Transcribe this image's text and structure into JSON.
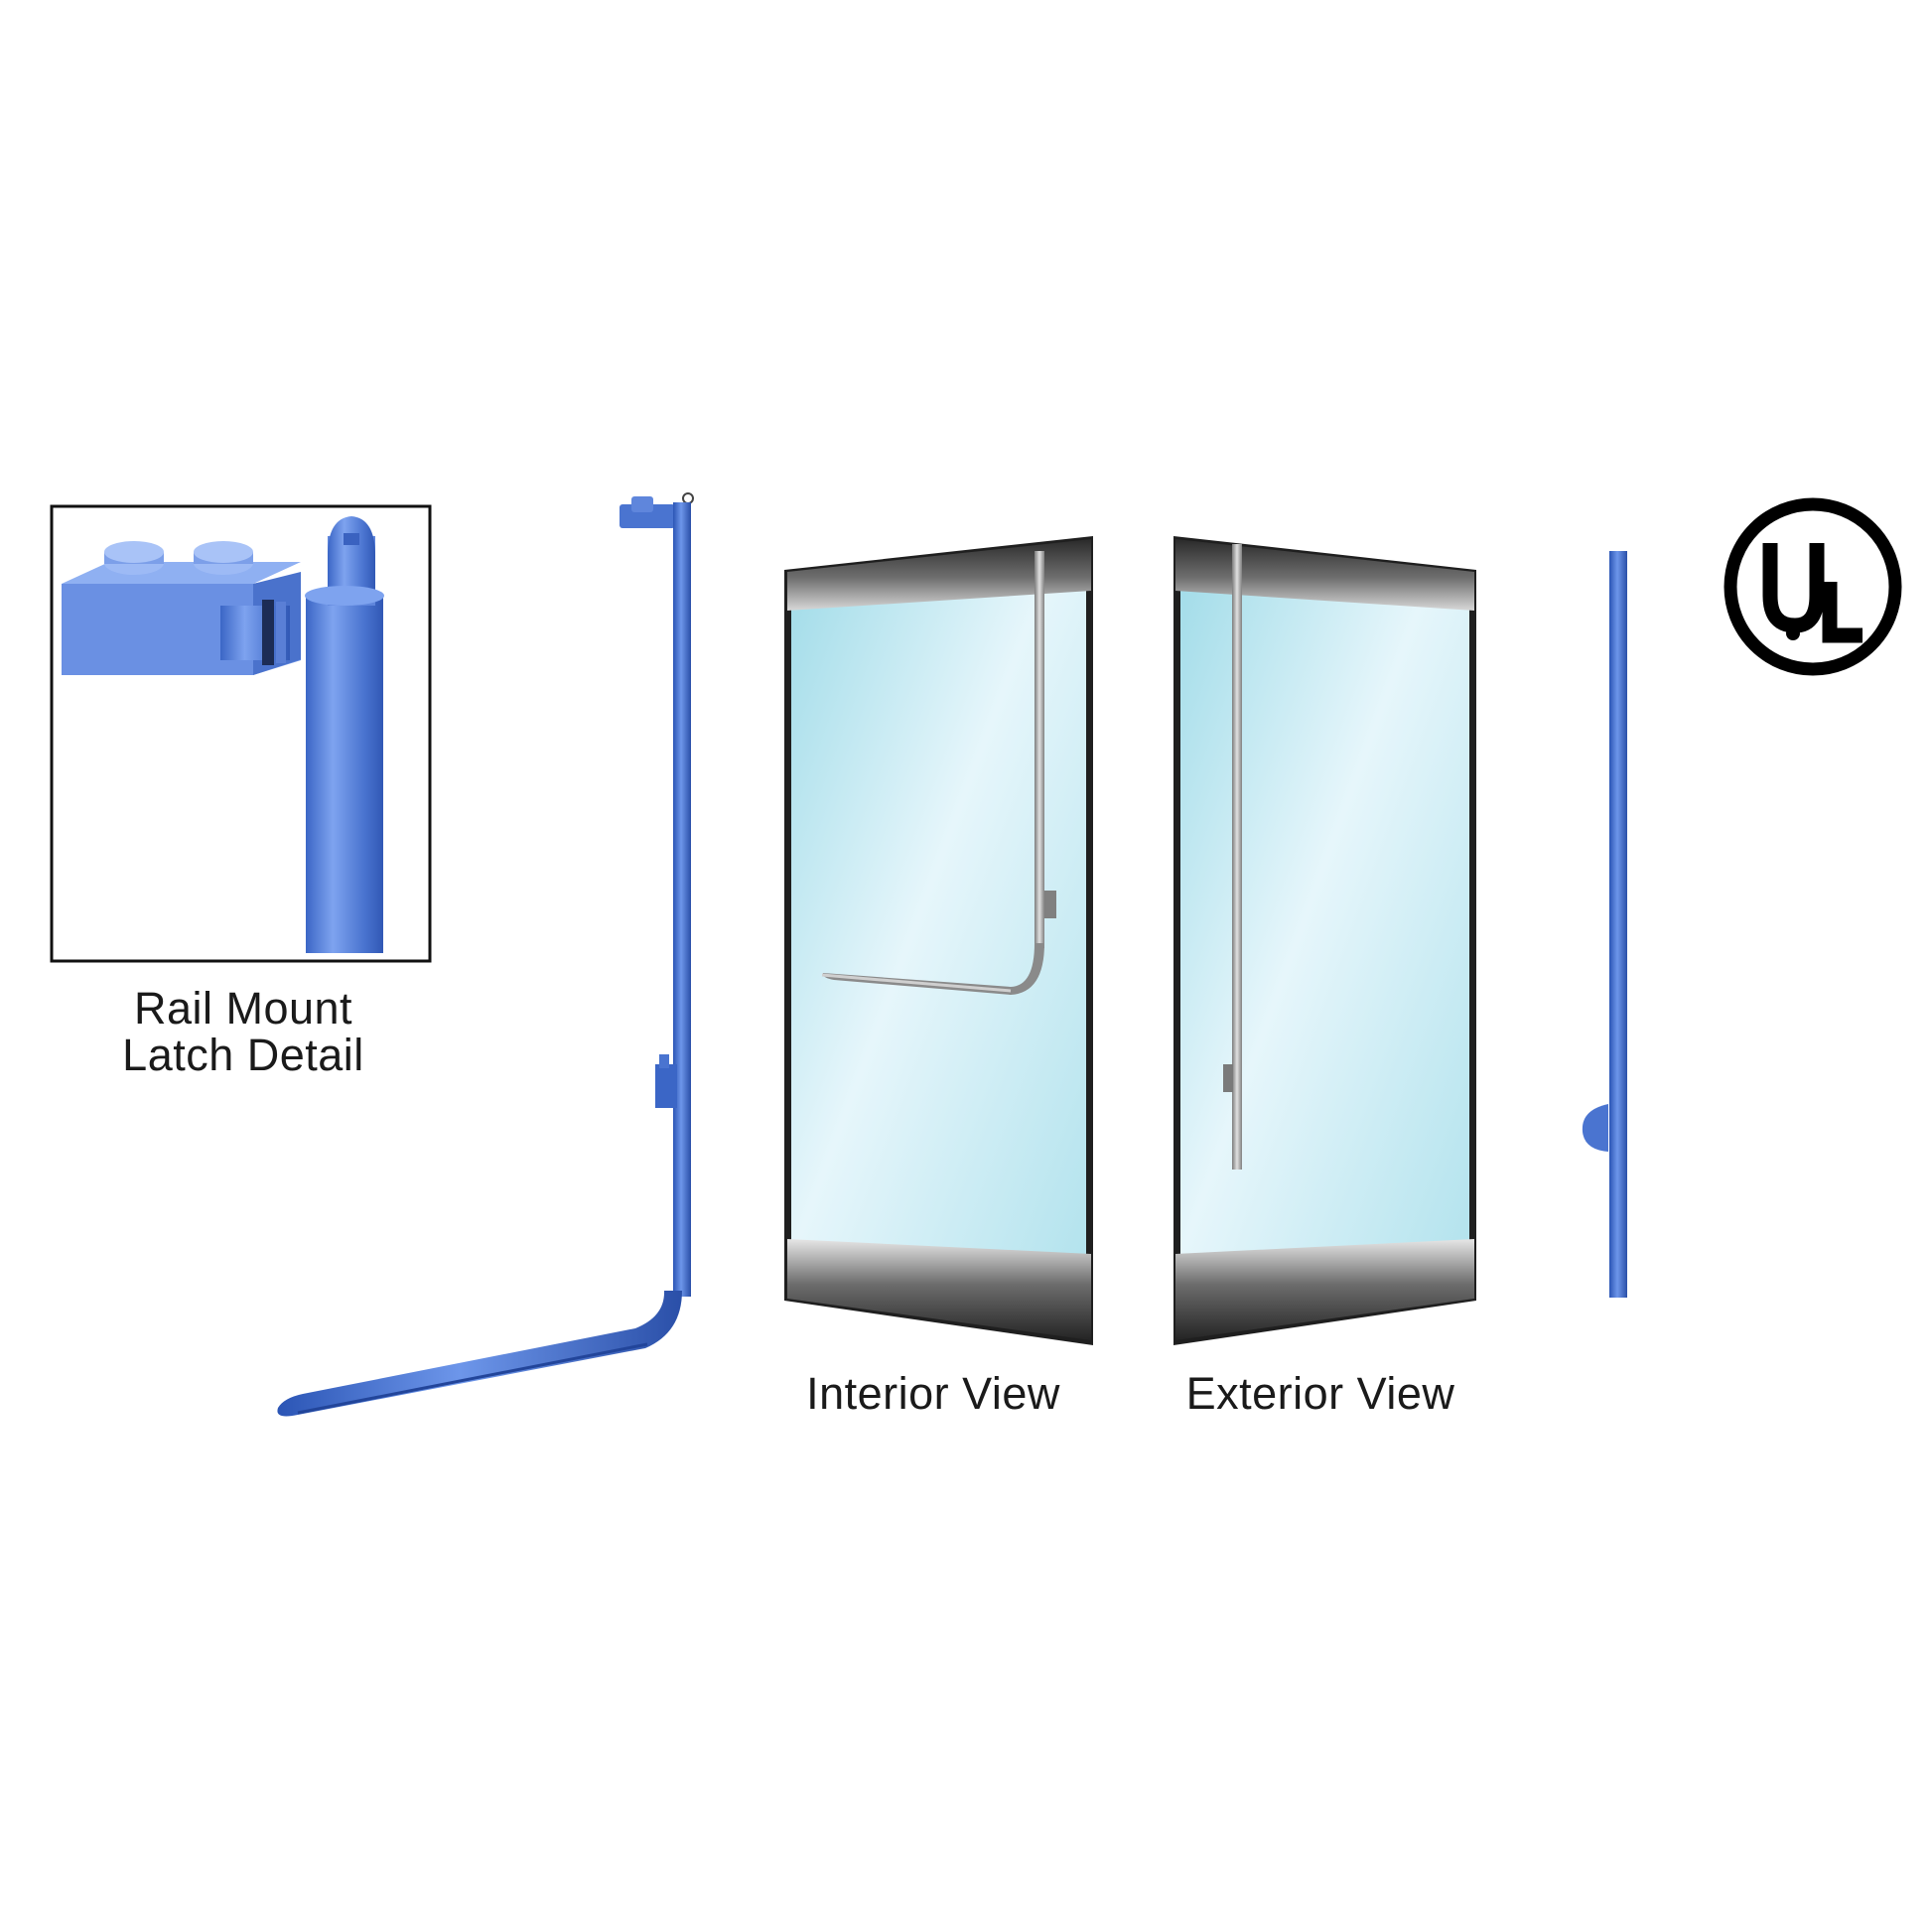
{
  "captions": {
    "detail_line1": "Rail Mount",
    "detail_line2": "Latch Detail",
    "interior": "Interior View",
    "exterior": "Exterior View"
  },
  "logo": {
    "text": "UL",
    "icon": "ul-certification-icon"
  },
  "colors": {
    "hardware_blue": "#3f6fd1",
    "hardware_blue_dark": "#2a50a8",
    "glass_light": "#e9f8fb",
    "glass_tint": "#aee2ee",
    "rail_dark": "#333333",
    "handle_silver": "#9a9a9a"
  }
}
